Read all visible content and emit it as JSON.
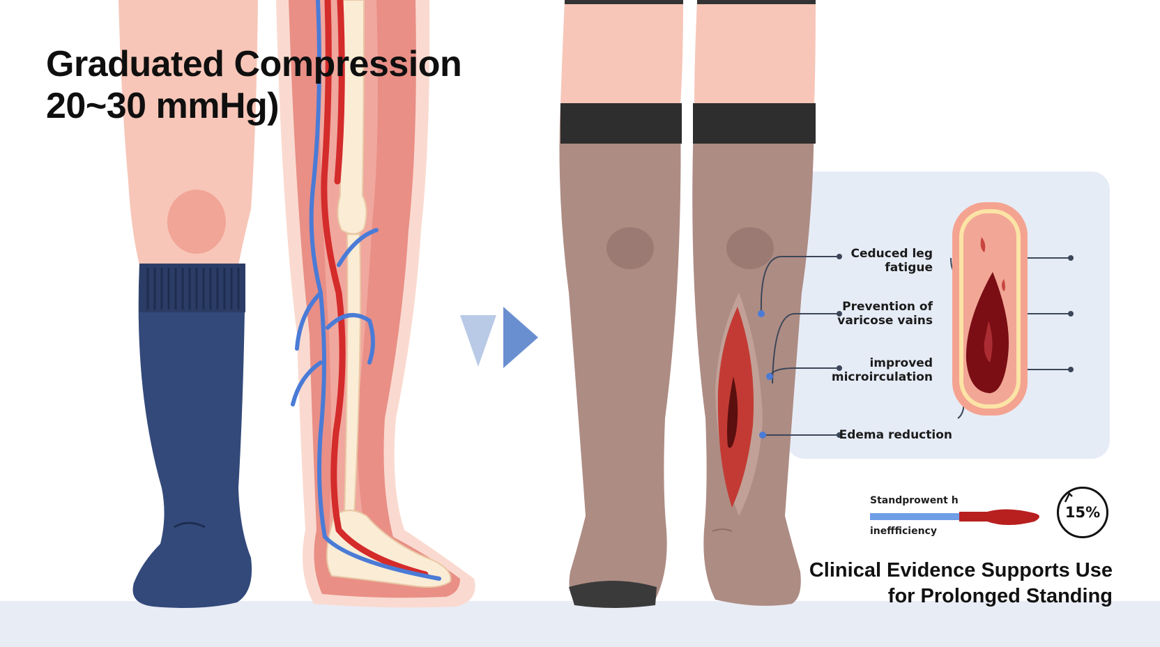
{
  "title": {
    "line1": "Graduated Compression",
    "line2": "20~30 mmHg)"
  },
  "benefits": [
    {
      "line1": "Ceduced leg",
      "line2": "fatigue"
    },
    {
      "line1": "Prevention of",
      "line2": "varicose vains"
    },
    {
      "line1": "improved",
      "line2": "microirculation"
    },
    {
      "line1": "Edema reduction",
      "line2": ""
    }
  ],
  "capacity": {
    "top_label": "Standprowent h",
    "bottom_label": "ineffficiency",
    "percent": "15%"
  },
  "footer": {
    "line1": "Clinical Evidence Supports Use",
    "line2": "for Prolonged Standing"
  },
  "colors": {
    "sock": "#33497a",
    "stocking": "#ad8c84",
    "artery": "#d42b2b",
    "vein": "#4a7bd6",
    "skin": "#f7c6b8",
    "panel": "#e6ecf6"
  },
  "icons": [
    "arrow-right-icon",
    "vein-cross-section-icon",
    "clock-badge-icon"
  ]
}
